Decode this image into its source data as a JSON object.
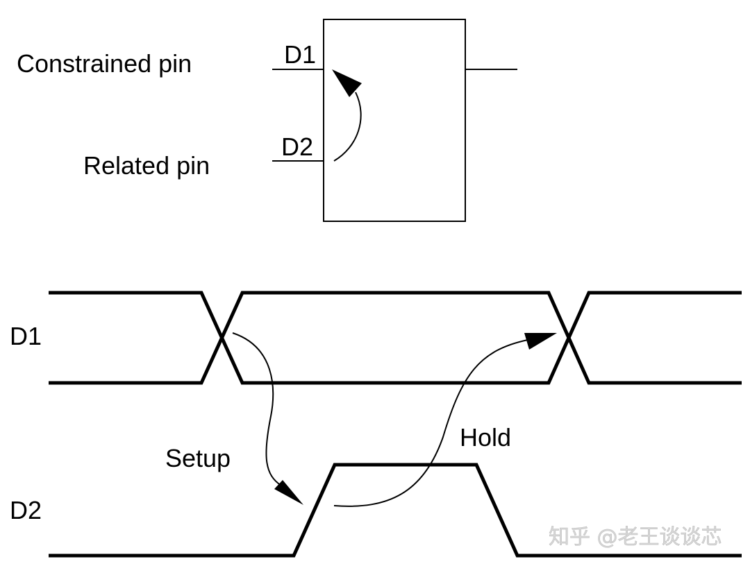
{
  "block_diagram": {
    "constrained_label": "Constrained pin",
    "related_label": "Related pin",
    "pin1": "D1",
    "pin2": "D2"
  },
  "timing_diagram": {
    "signal1": "D1",
    "signal2": "D2",
    "setup_label": "Setup",
    "hold_label": "Hold"
  },
  "watermark": "知乎 @老王谈谈芯",
  "colors": {
    "line": "#000000",
    "background": "#ffffff",
    "watermark": "#d8d8d8"
  }
}
